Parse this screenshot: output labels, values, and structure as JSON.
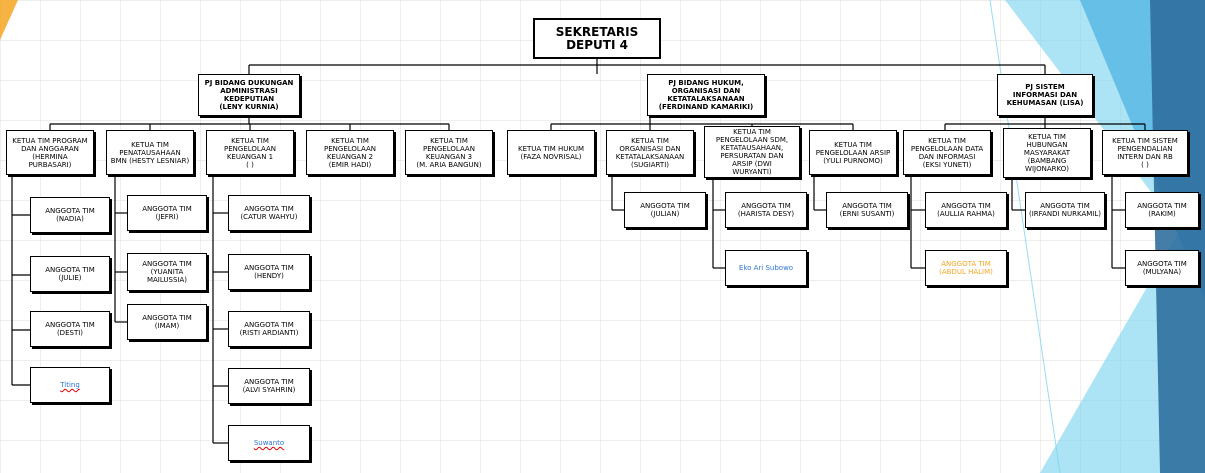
{
  "top": {
    "label": "SEKRETARIS\nDEPUTI 4"
  },
  "bidang": [
    {
      "label": "PJ BIDANG DUKUNGAN\nADMINISTRASI\nKEDEPUTIAN\n(LENY KURNIA)"
    },
    {
      "label": "PJ BIDANG HUKUM,\nORGANISASI DAN\nKETATALAKSANAAN\n(FERDINAND KAMARIKI)"
    },
    {
      "label": "PJ SISTEM\nINFORMASI DAN\nKEHUMASAN (LISA)"
    }
  ],
  "ketua": [
    {
      "label": "KETUA TIM PROGRAM\nDAN ANGGARAN\n(HERMINA\nPURBASARI)"
    },
    {
      "label": "KETUA TIM\nPENATAUSAHAAN\nBMN (HESTY LESNIAR)"
    },
    {
      "label": "KETUA TIM\nPENGELOLAAN\nKEUANGAN 1\n(          )"
    },
    {
      "label": "KETUA TIM\nPENGELOLAAN\nKEUANGAN 2\n(EMIR HADI)"
    },
    {
      "label": "KETUA TIM\nPENGELOLAAN\nKEUANGAN 3\n(M. ARIA BANGUN)"
    },
    {
      "label": "KETUA TIM HUKUM\n(FAZA NOVRISAL)"
    },
    {
      "label": "KETUA TIM\nORGANISASI DAN\nKETATALAKSANAAN\n(SUGIARTI)"
    },
    {
      "label": "KETUA TIM\nPENGELOLAAN SDM,\nKETATAUSAHAAN,\nPERSURATAN DAN\nARSIP (DWI\nWURYANTI)"
    },
    {
      "label": "KETUA TIM\nPENGELOLAAN ARSIP\n(YULI PURNOMO)"
    },
    {
      "label": "KETUA TIM\nPENGELOLAAN DATA\nDAN INFORMASI\n(EKSI YUNETI)"
    },
    {
      "label": "KETUA TIM\nHUBUNGAN\nMASYARAKAT\n(BAMBANG\nWIJONARKO)"
    },
    {
      "label": "KETUA TIM SISTEM\nPENGENDALIAN\nINTERN DAN RB\n(          )"
    }
  ],
  "anggota": [
    {
      "label": "ANGGOTA TIM\n(NADIA)"
    },
    {
      "label": "ANGGOTA TIM\n(JULIE)"
    },
    {
      "label": "ANGGOTA TIM\n(DESTI)"
    },
    {
      "label": "Titing"
    },
    {
      "label": "ANGGOTA TIM\n(JEFRI)"
    },
    {
      "label": "ANGGOTA TIM\n(YUANITA\nMAILUSSIA)"
    },
    {
      "label": "ANGGOTA TIM\n(IMAM)"
    },
    {
      "label": "ANGGOTA TIM\n(CATUR WAHYU)"
    },
    {
      "label": "ANGGOTA TIM\n(HENDY)"
    },
    {
      "label": "ANGGOTA TIM\n(RISTI ARDIANTI)"
    },
    {
      "label": "ANGGOTA TIM\n(ALVI SYAHRIN)"
    },
    {
      "label": "Suwanto"
    },
    {
      "label": "ANGGOTA TIM\n(JULIAN)"
    },
    {
      "label": "ANGGOTA TIM\n(HARISTA DESY)"
    },
    {
      "label": "Eko Ari Subowo"
    },
    {
      "label": "ANGGOTA TIM\n(ERNI SUSANTI)"
    },
    {
      "label": "ANGGOTA TIM\n(AULLIA RAHMA)"
    },
    {
      "label": "ANGGOTA TIM\n(ABDUL HALIM)"
    },
    {
      "label": "ANGGOTA TIM\n(IRFANDI NURKAMIL)"
    },
    {
      "label": "ANGGOTA TIM\n(RAKIM)"
    },
    {
      "label": "ANGGOTA TIM\n(MULYANA)"
    }
  ],
  "colors": {
    "blue_text": "#2E75D6",
    "orange_text": "#F5A623",
    "deco_dark": "#2F6F9F",
    "deco_light": "#7FD4F0"
  }
}
